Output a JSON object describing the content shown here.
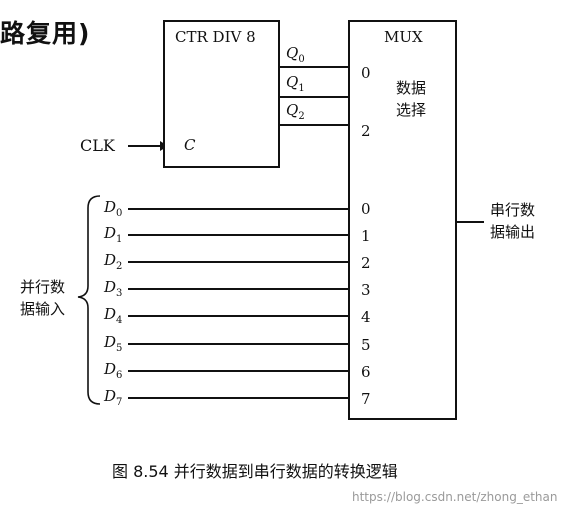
{
  "heading_fragment": "路复用)",
  "counter": {
    "title": "CTR DIV 8",
    "outputs": [
      "Q",
      "Q",
      "Q"
    ],
    "output_subs": [
      "0",
      "1",
      "2"
    ],
    "clock_pin": "C"
  },
  "clk_label": "CLK",
  "mux": {
    "title": "MUX",
    "select_inputs": [
      "0",
      "2"
    ],
    "data_inputs": [
      "0",
      "1",
      "2",
      "3",
      "4",
      "5",
      "6",
      "7"
    ]
  },
  "select_label": [
    "数据",
    "选择"
  ],
  "output_label": [
    "串行数",
    "据输出"
  ],
  "input_group_label": [
    "并行数",
    "据输入"
  ],
  "data_lines": [
    {
      "name": "D",
      "sub": "0"
    },
    {
      "name": "D",
      "sub": "1"
    },
    {
      "name": "D",
      "sub": "2"
    },
    {
      "name": "D",
      "sub": "3"
    },
    {
      "name": "D",
      "sub": "4"
    },
    {
      "name": "D",
      "sub": "5"
    },
    {
      "name": "D",
      "sub": "6"
    },
    {
      "name": "D",
      "sub": "7"
    }
  ],
  "caption": "图 8.54    并行数据到串行数据的转换逻辑",
  "watermark": "https://blog.csdn.net/zhong_ethan"
}
